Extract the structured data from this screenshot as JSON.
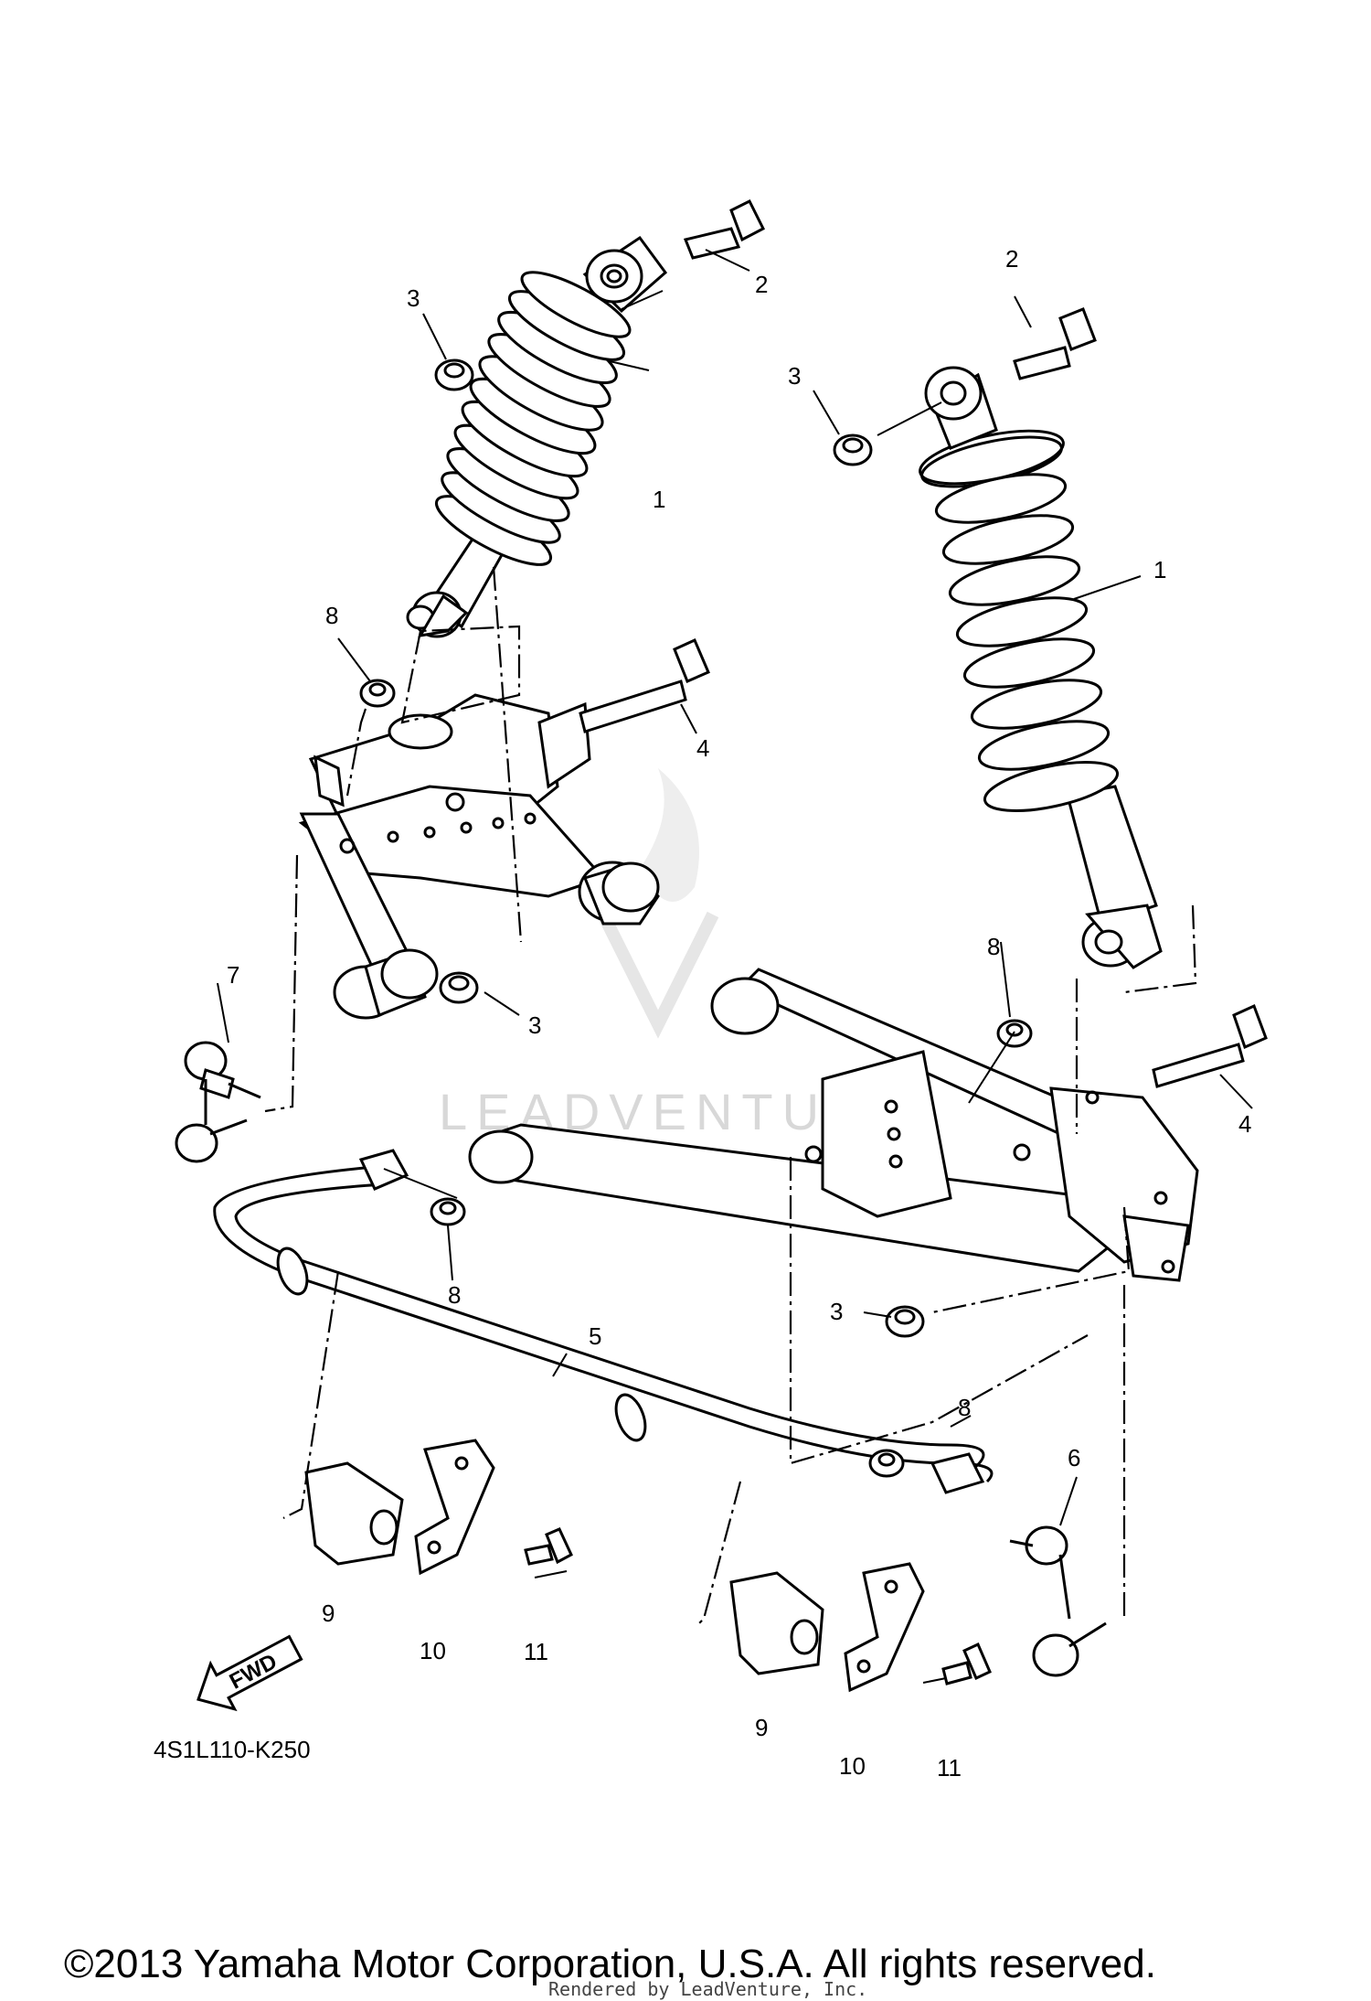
{
  "diagram": {
    "code": "4S1L110-K250",
    "fwd_label": "FWD",
    "watermark": "LEADVENTURE",
    "copyright": "©2013 Yamaha Motor Corporation, U.S.A. All rights reserved.",
    "credit": "Rendered by LeadVenture, Inc."
  },
  "callouts": [
    "1",
    "2",
    "3",
    "4",
    "5",
    "6",
    "7",
    "8",
    "9",
    "10",
    "11"
  ]
}
